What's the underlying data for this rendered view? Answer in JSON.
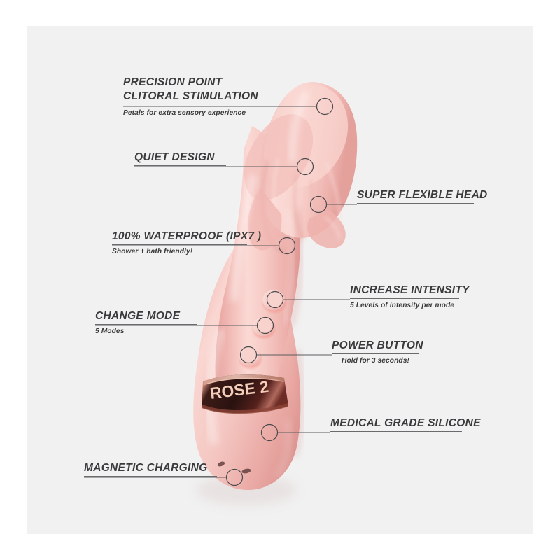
{
  "page": {
    "background_color": "#ffffff",
    "panel_color": "#f1f1f1",
    "text_color": "#3a3a3c",
    "rule_color": "#6b6b6e",
    "product_name": "ROSE 2",
    "product_body_color": "#f2b8b4",
    "product_highlight_color": "#fbdcd8",
    "product_shadow_color": "#e09a96",
    "ring_color": "#3a1a18",
    "ring_metal_color": "#c98478"
  },
  "product": {
    "logo_text": "ROSE 2",
    "button_count": 3,
    "charging_pin_count": 2
  },
  "callouts": [
    {
      "id": "precision-point",
      "heading_line1": "PRECISION POINT",
      "heading_line2": "CLITORAL STIMULATION",
      "sub": "Petals for extra sensory experience",
      "side": "left"
    },
    {
      "id": "quiet-design",
      "heading_line1": "QUIET DESIGN",
      "heading_line2": "",
      "sub": "",
      "side": "left"
    },
    {
      "id": "waterproof",
      "heading_line1": "100% WATERPROOF (IPX7 )",
      "heading_line2": "",
      "sub": "Shower + bath friendly!",
      "side": "left"
    },
    {
      "id": "change-mode",
      "heading_line1": "CHANGE MODE",
      "heading_line2": "",
      "sub": "5 Modes",
      "side": "left"
    },
    {
      "id": "magnetic-charging",
      "heading_line1": "MAGNETIC CHARGING",
      "heading_line2": "",
      "sub": "",
      "side": "left"
    },
    {
      "id": "super-flexible-head",
      "heading_line1": "SUPER FLEXIBLE HEAD",
      "heading_line2": "",
      "sub": "",
      "side": "right"
    },
    {
      "id": "increase-intensity",
      "heading_line1": "INCREASE INTENSITY",
      "heading_line2": "",
      "sub": "5 Levels of intensity per mode",
      "side": "right"
    },
    {
      "id": "power-button",
      "heading_line1": "POWER BUTTON",
      "heading_line2": "",
      "sub": "Hold for 3 seconds!",
      "side": "right"
    },
    {
      "id": "medical-grade-silicone",
      "heading_line1": "MEDICAL GRADE SILICONE",
      "heading_line2": "",
      "sub": "",
      "side": "right"
    }
  ]
}
